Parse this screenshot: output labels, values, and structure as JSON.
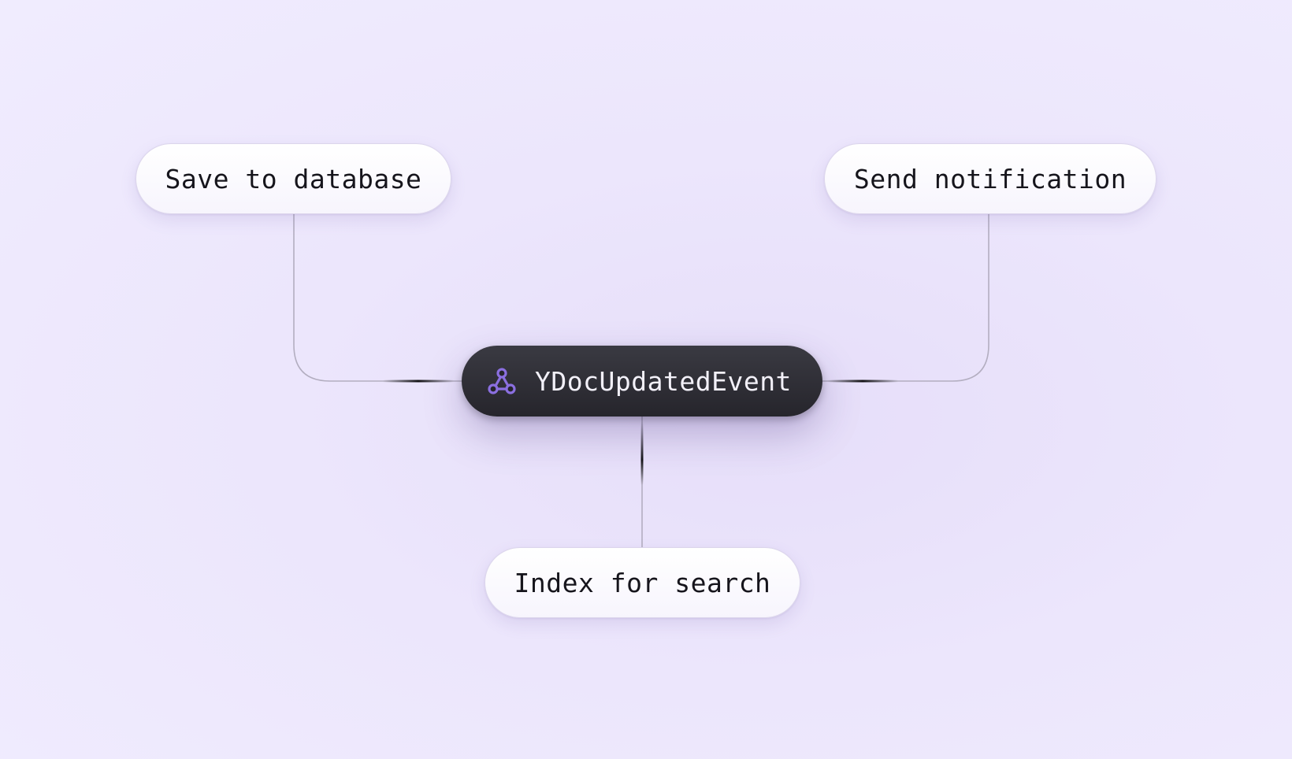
{
  "diagram": {
    "central_event": {
      "label": "YDocUpdatedEvent",
      "icon": "webhook-icon",
      "icon_color": "#8b6fe0"
    },
    "handlers": [
      {
        "label": "Save to database"
      },
      {
        "label": "Send notification"
      },
      {
        "label": "Index for search"
      }
    ],
    "colors": {
      "background": "#ece6fc",
      "node_light": "#ffffff",
      "node_dark": "#2d2c33",
      "connector": "#b3aec0"
    }
  }
}
